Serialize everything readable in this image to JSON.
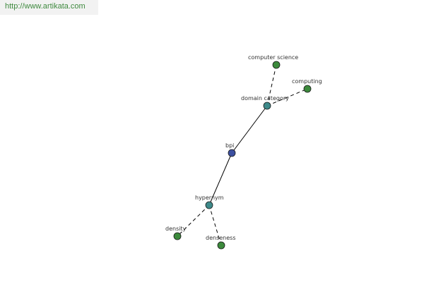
{
  "header": {
    "url_text": "http://www.artikata.com"
  },
  "graph": {
    "colors": {
      "center": "#3c4fa0",
      "relation": "#3e8a8a",
      "leaf": "#3c8a3c",
      "edge": "#000000"
    },
    "nodes": [
      {
        "id": "bpi",
        "label": "bpi",
        "kind": "center"
      },
      {
        "id": "domain_category",
        "label": "domain category",
        "kind": "relation"
      },
      {
        "id": "hypernym",
        "label": "hypernym",
        "kind": "relation"
      },
      {
        "id": "computer_science",
        "label": "computer science",
        "kind": "leaf"
      },
      {
        "id": "computing",
        "label": "computing",
        "kind": "leaf"
      },
      {
        "id": "density",
        "label": "density",
        "kind": "leaf"
      },
      {
        "id": "denseness",
        "label": "denseness",
        "kind": "leaf"
      }
    ],
    "edges": [
      {
        "from": "bpi",
        "to": "domain_category",
        "style": "solid"
      },
      {
        "from": "bpi",
        "to": "hypernym",
        "style": "solid"
      },
      {
        "from": "domain_category",
        "to": "computer_science",
        "style": "dashed"
      },
      {
        "from": "domain_category",
        "to": "computing",
        "style": "dashed"
      },
      {
        "from": "hypernym",
        "to": "density",
        "style": "dashed"
      },
      {
        "from": "hypernym",
        "to": "denseness",
        "style": "dashed"
      }
    ]
  }
}
